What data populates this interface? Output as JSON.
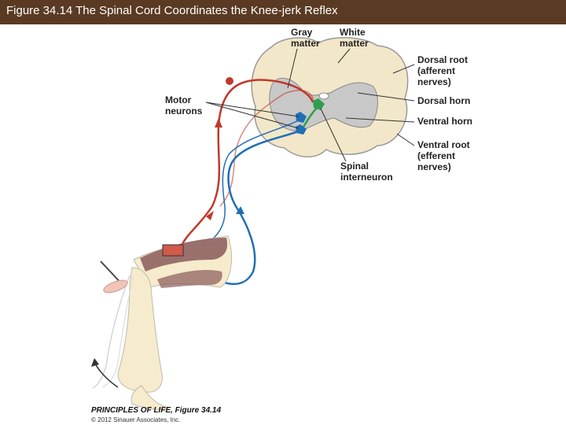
{
  "header": {
    "title": "Figure 34.14  The Spinal Cord Coordinates the Knee-jerk Reflex"
  },
  "labels": {
    "gray_matter": [
      "Gray",
      "matter"
    ],
    "white_matter": [
      "White",
      "matter"
    ],
    "dorsal_root": [
      "Dorsal root",
      "(afferent",
      "nerves)"
    ],
    "dorsal_horn": [
      "Dorsal horn"
    ],
    "ventral_horn": [
      "Ventral horn"
    ],
    "ventral_root": [
      "Ventral root",
      "(efferent",
      "nerves)"
    ],
    "spinal_interneuron": [
      "Spinal",
      "interneuron"
    ],
    "motor_neurons": [
      "Motor",
      "neurons"
    ]
  },
  "credit": {
    "book": "PRINCIPLES OF LIFE, Figure 34.14",
    "copyright": "© 2012 Sinauer Associates, Inc."
  },
  "colors": {
    "title_bar": "#5a3a23",
    "sensory_neuron": "#1f6fb5",
    "motor_neuron": "#c0392b",
    "interneuron": "#2e9e4f",
    "gray_matter": "#c8c8c8",
    "white_matter": "#f3e7c9",
    "muscle": "#8a5a5a",
    "bone": "#f6eccd"
  }
}
